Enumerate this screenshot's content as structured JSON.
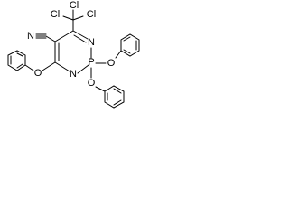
{
  "molecule": {
    "atoms": {
      "cl_top": "Cl",
      "cl_left": "Cl",
      "cl_right": "Cl",
      "cyano_n": "N",
      "ring_n_right": "N",
      "ring_n_bottom": "N",
      "phosphorus": "P",
      "o_left": "O",
      "o_right": "O",
      "o_bottom": "O"
    }
  }
}
